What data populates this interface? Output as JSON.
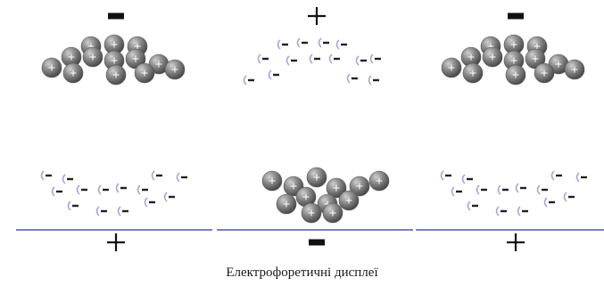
{
  "caption": "Електрофоретичні дисплеї",
  "colors": {
    "particle_positive": "#7a7a7a",
    "particle_negative_dash": "#222222",
    "particle_negative_arc": "#a9a6d6",
    "electrode_line": "#2f3590",
    "electrode_sign": "#111111"
  },
  "glyphs": {
    "plus": "+",
    "minus": "−"
  },
  "panels": [
    {
      "row": "top",
      "column": 1,
      "electrode_sign": "minus",
      "particles": "positive",
      "bottom_line": false
    },
    {
      "row": "top",
      "column": 2,
      "electrode_sign": "plus",
      "particles": "negative",
      "bottom_line": false
    },
    {
      "row": "top",
      "column": 3,
      "electrode_sign": "minus",
      "particles": "positive",
      "bottom_line": false
    },
    {
      "row": "bottom",
      "column": 1,
      "electrode_sign": "plus",
      "particles": "negative",
      "bottom_line": true
    },
    {
      "row": "bottom",
      "column": 2,
      "electrode_sign": "minus",
      "particles": "positive",
      "bottom_line": true
    },
    {
      "row": "bottom",
      "column": 3,
      "electrode_sign": "plus",
      "particles": "negative",
      "bottom_line": true
    }
  ]
}
